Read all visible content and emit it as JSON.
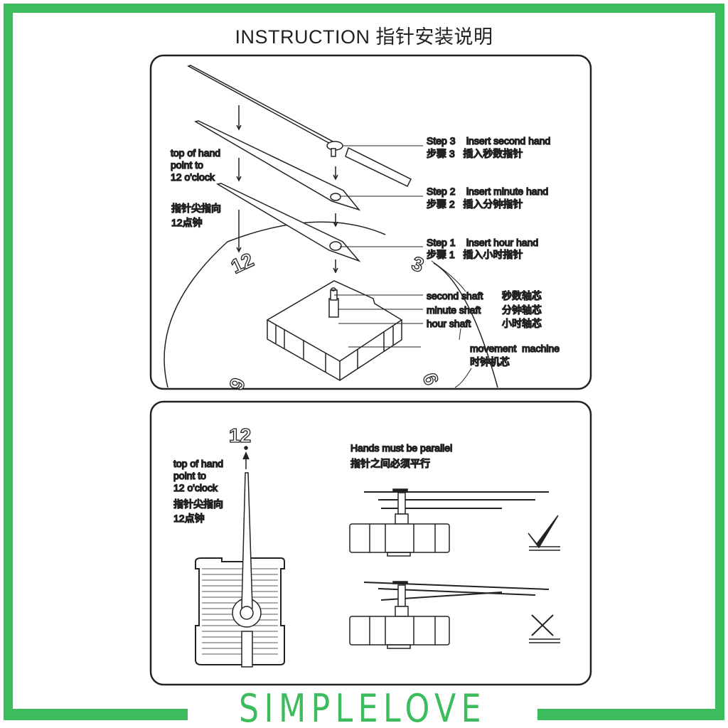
{
  "title": "INSTRUCTION  指针安装说明",
  "brand": "SIMPLELOVE",
  "colors": {
    "border": "#3cbc5c",
    "ink": "#222222"
  },
  "panel1": {
    "tip_en": [
      "top of hand",
      "point to",
      "12 o'clock"
    ],
    "tip_cn": [
      "指针尖指向",
      "12点钟"
    ],
    "steps": [
      {
        "en": "Step 3    insert second hand",
        "cn": "步骤 3   插入秒数指针"
      },
      {
        "en": "Step 2    insert minute hand",
        "cn": "步骤 2   插入分钟指针"
      },
      {
        "en": "Step 1    insert hour hand",
        "cn": "步骤 1   插入小时指针"
      }
    ],
    "shafts": [
      {
        "en": "second shaft",
        "cn": "秒数轴芯"
      },
      {
        "en": "minute shaft",
        "cn": "分钟轴芯"
      },
      {
        "en": "hour shaft",
        "cn": "小时轴芯"
      }
    ],
    "movement_en": "movement  machine",
    "movement_cn": "时钟机芯",
    "dial_numbers": [
      "12",
      "3",
      "9",
      "6"
    ]
  },
  "panel2": {
    "number": "12",
    "tip_en": [
      "top of hand",
      "point to",
      "12 o'clock"
    ],
    "tip_cn": [
      "指针尖指向",
      "12点钟"
    ],
    "parallel_en": "Hands must be parallel",
    "parallel_cn": "指针之间必须平行"
  }
}
